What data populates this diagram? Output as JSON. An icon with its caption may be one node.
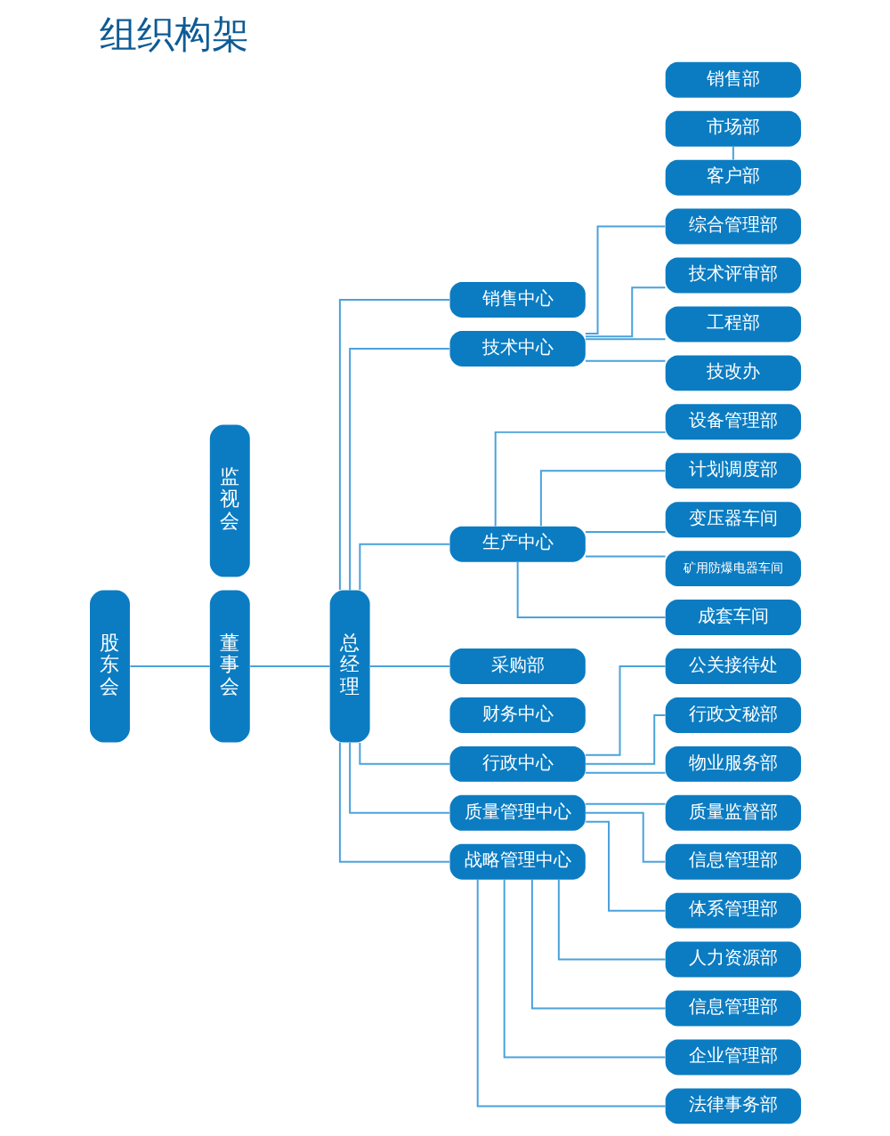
{
  "diagram": {
    "title": "组织构架",
    "nodes": [
      {
        "text": [
          "股东会"
        ]
      },
      {
        "text": [
          "监视会"
        ]
      },
      {
        "text": [
          "董事会"
        ]
      },
      {
        "text": [
          "总经理"
        ]
      },
      {
        "text": [
          "销售中心"
        ]
      },
      {
        "text": [
          "市场部"
        ]
      },
      {
        "text": [
          "销售部"
        ]
      },
      {
        "text": [
          "客户部"
        ]
      },
      {
        "text": [
          "技术中心"
        ]
      },
      {
        "text": [
          "综合管理部"
        ]
      },
      {
        "text": [
          "技术评审部"
        ]
      },
      {
        "text": [
          "工程部"
        ]
      },
      {
        "text": [
          "技改办"
        ]
      },
      {
        "text": [
          "生产中心"
        ]
      },
      {
        "text": [
          "设备管理部"
        ]
      },
      {
        "text": [
          "计划调度部"
        ]
      },
      {
        "text": [
          "变压器车间"
        ]
      },
      {
        "text": [
          "矿用防爆电器车间"
        ]
      },
      {
        "text": [
          "成套车间"
        ]
      },
      {
        "text": [
          "采购部"
        ]
      },
      {
        "text": [
          "财务中心"
        ]
      },
      {
        "text": [
          "行政中心"
        ]
      },
      {
        "text": [
          "公关接待处"
        ]
      },
      {
        "text": [
          "行政文秘部"
        ]
      },
      {
        "text": [
          "物业服务部"
        ]
      },
      {
        "text": [
          "质量管理中心"
        ]
      },
      {
        "text": [
          "质量监督部"
        ]
      },
      {
        "text": [
          "信息管理部"
        ]
      },
      {
        "text": [
          "体系管理部"
        ]
      },
      {
        "text": [
          "战略管理中心"
        ]
      },
      {
        "text": [
          "人力资源部"
        ]
      },
      {
        "text": [
          "信息管理部"
        ]
      },
      {
        "text": [
          "企业管理部"
        ]
      },
      {
        "text": [
          "法律事务部"
        ]
      }
    ],
    "edges": [
      {
        "from": 0,
        "to": 2,
        "arrow": "none"
      },
      {
        "from": 2,
        "to": 3,
        "arrow": "none"
      },
      {
        "from": 3,
        "to": 4,
        "arrow": "none"
      },
      {
        "from": 3,
        "to": 8,
        "arrow": "none"
      },
      {
        "from": 3,
        "to": 13,
        "arrow": "none"
      },
      {
        "from": 3,
        "to": 19,
        "arrow": "none"
      },
      {
        "from": 3,
        "to": 21,
        "arrow": "none"
      },
      {
        "from": 3,
        "to": 25,
        "arrow": "none"
      },
      {
        "from": 3,
        "to": 29,
        "arrow": "none"
      },
      {
        "from": 5,
        "to": 7,
        "arrow": "none"
      },
      {
        "from": 8,
        "to": 9,
        "arrow": "none"
      },
      {
        "from": 8,
        "to": 10,
        "arrow": "none"
      },
      {
        "from": 8,
        "to": 11,
        "arrow": "none"
      },
      {
        "from": 8,
        "to": 12,
        "arrow": "none"
      },
      {
        "from": 13,
        "to": 14,
        "arrow": "none"
      },
      {
        "from": 13,
        "to": 15,
        "arrow": "none"
      },
      {
        "from": 13,
        "to": 16,
        "arrow": "none"
      },
      {
        "from": 13,
        "to": 17,
        "arrow": "none"
      },
      {
        "from": 13,
        "to": 18,
        "arrow": "none"
      },
      {
        "from": 21,
        "to": 22,
        "arrow": "none"
      },
      {
        "from": 21,
        "to": 23,
        "arrow": "none"
      },
      {
        "from": 21,
        "to": 24,
        "arrow": "none"
      },
      {
        "from": 25,
        "to": 26,
        "arrow": "none"
      },
      {
        "from": 25,
        "to": 27,
        "arrow": "none"
      },
      {
        "from": 25,
        "to": 28,
        "arrow": "none"
      },
      {
        "from": 29,
        "to": 30,
        "arrow": "none"
      },
      {
        "from": 29,
        "to": 31,
        "arrow": "none"
      },
      {
        "from": 29,
        "to": 32,
        "arrow": "none"
      },
      {
        "from": 29,
        "to": 33,
        "arrow": "none"
      }
    ]
  }
}
